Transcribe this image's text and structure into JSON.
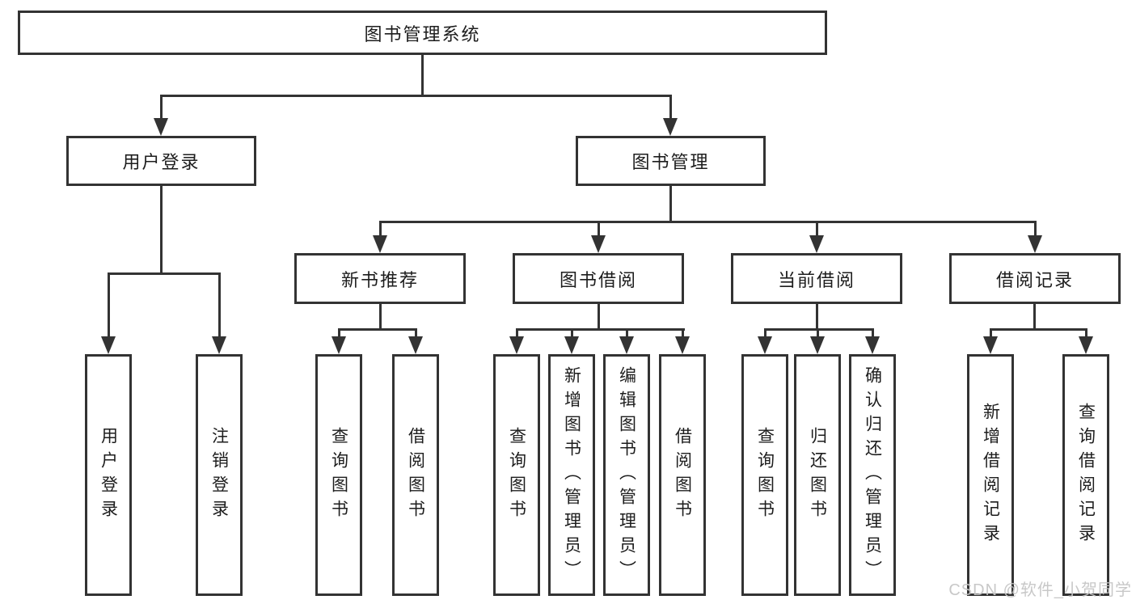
{
  "diagram": {
    "root": {
      "label": "图书管理系统"
    },
    "branches": [
      {
        "label": "用户登录",
        "children": [
          {
            "label": "用户登录"
          },
          {
            "label": "注销登录"
          }
        ]
      },
      {
        "label": "图书管理",
        "children": [
          {
            "label": "新书推荐",
            "children": [
              {
                "label": "查询图书"
              },
              {
                "label": "借阅图书"
              }
            ]
          },
          {
            "label": "图书借阅",
            "children": [
              {
                "label": "查询图书"
              },
              {
                "label": "新增图书（管理员）"
              },
              {
                "label": "编辑图书（管理员）"
              },
              {
                "label": "借阅图书"
              }
            ]
          },
          {
            "label": "当前借阅",
            "children": [
              {
                "label": "查询图书"
              },
              {
                "label": "归还图书"
              },
              {
                "label": "确认归还（管理员）"
              }
            ]
          },
          {
            "label": "借阅记录",
            "children": [
              {
                "label": "新增借阅记录"
              },
              {
                "label": "查询借阅记录"
              }
            ]
          }
        ]
      }
    ]
  },
  "watermark": {
    "text": "CSDN @软件_小贺同学"
  },
  "colors": {
    "line": "#333333",
    "text": "#1d1d1d",
    "watermark": "#c5c5c5",
    "background": "#ffffff"
  }
}
